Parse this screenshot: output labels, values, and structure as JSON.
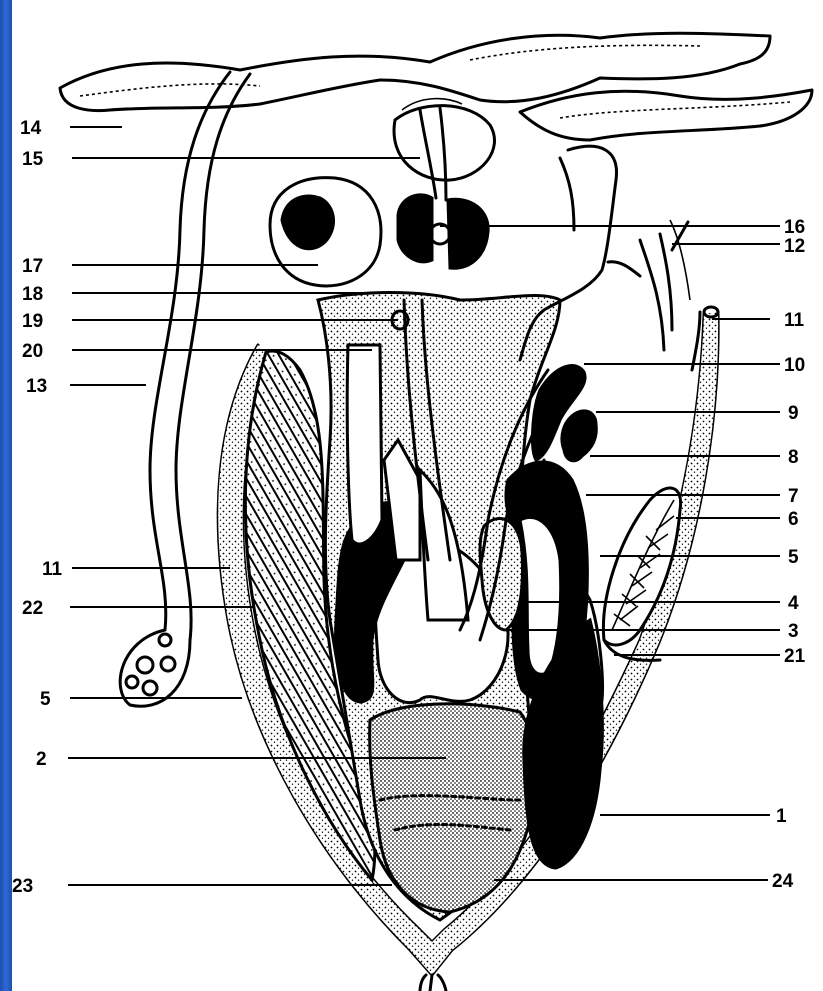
{
  "figure": {
    "labels_left": [
      {
        "id": "14",
        "text": "14"
      },
      {
        "id": "15",
        "text": "15"
      },
      {
        "id": "17",
        "text": "17"
      },
      {
        "id": "18",
        "text": "18"
      },
      {
        "id": "19",
        "text": "19"
      },
      {
        "id": "20",
        "text": "20"
      },
      {
        "id": "13",
        "text": "13"
      },
      {
        "id": "11L",
        "text": "11"
      },
      {
        "id": "22",
        "text": "22"
      },
      {
        "id": "5L",
        "text": "5"
      },
      {
        "id": "2",
        "text": "2"
      },
      {
        "id": "23",
        "text": "23"
      }
    ],
    "labels_right": [
      {
        "id": "16",
        "text": "16"
      },
      {
        "id": "12",
        "text": "12"
      },
      {
        "id": "11R",
        "text": "11"
      },
      {
        "id": "10",
        "text": "10"
      },
      {
        "id": "9",
        "text": "9"
      },
      {
        "id": "8",
        "text": "8"
      },
      {
        "id": "7",
        "text": "7"
      },
      {
        "id": "6",
        "text": "6"
      },
      {
        "id": "5R",
        "text": "5"
      },
      {
        "id": "4",
        "text": "4"
      },
      {
        "id": "3",
        "text": "3"
      },
      {
        "id": "21",
        "text": "21"
      },
      {
        "id": "1",
        "text": "1"
      },
      {
        "id": "24",
        "text": "24"
      }
    ]
  },
  "colors": {
    "background": "#1f55b8",
    "plate": "#ffffff",
    "ink": "#000000",
    "stipple": "#8a8a8a"
  }
}
